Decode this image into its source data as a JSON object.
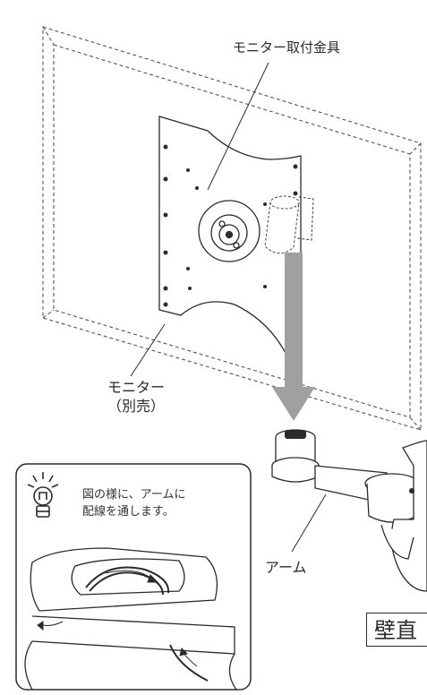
{
  "labels": {
    "bracket": "モニター取付金具",
    "monitor_line1": "モニター",
    "monitor_line2": "（別売）",
    "arm": "アーム",
    "wall": "壁直"
  },
  "tip": {
    "line1": "図の様に、アームに",
    "line2": "配線を通します。"
  },
  "icons": [
    "idea-bulb-icon",
    "rotate-arrow-icon",
    "down-arrow-icon"
  ],
  "colors": {
    "stroke": "#2b2b2b",
    "arrow_gray": "#a0a0a0",
    "panel_fill": "#ffffff"
  }
}
